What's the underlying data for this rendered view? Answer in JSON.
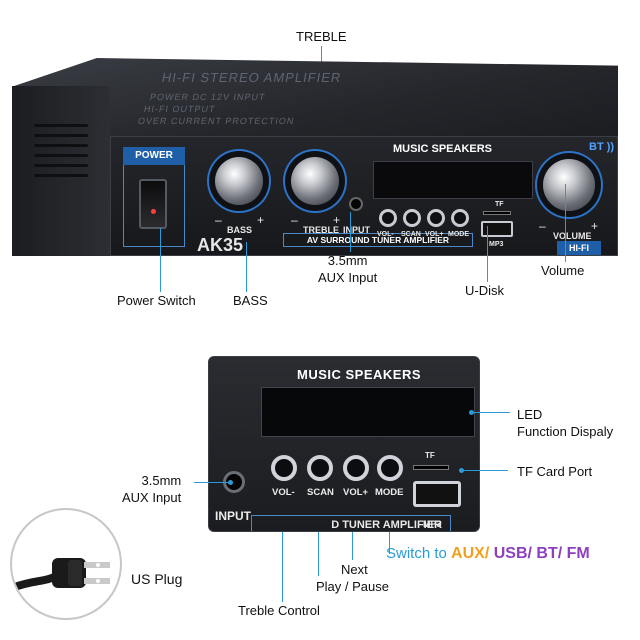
{
  "top_callouts": {
    "treble": "TREBLE",
    "power_switch": "Power Switch",
    "bass": "BASS",
    "aux_input": [
      "3.5mm",
      "AUX Input"
    ],
    "u_disk": "U-Disk",
    "volume": "Volume"
  },
  "amp_front": {
    "lid_title": "HI-FI STEREO AMPLIFIER",
    "lid_line1": "POWER DC 12V INPUT",
    "lid_line2": "HI-FI OUTPUT",
    "lid_line3": "OVER CURRENT PROTECTION",
    "power_label": "POWER",
    "model": "AK35",
    "bass_label": "BASS",
    "treble_label": "TREBLE",
    "input_label": "INPUT",
    "banner": "AV SURROUND TUNER AMPLIFIER",
    "display_title": "MUSIC SPEAKERS",
    "bt_label": "BT",
    "buttons": [
      "VOL-",
      "SCAN",
      "VOL+",
      "MODE"
    ],
    "tf_label": "TF",
    "mp3_label": "MP3",
    "volume_label": "VOLUME",
    "hifi_label": "HI-FI",
    "minus": "–",
    "plus": "+"
  },
  "zoom_panel": {
    "title": "MUSIC SPEAKERS",
    "buttons": [
      "VOL-",
      "SCAN",
      "VOL+",
      "MODE"
    ],
    "input_label": "INPUT",
    "tf_label": "TF",
    "mp3_label": "MP3",
    "banner": "D TUNER AMPLIFIER"
  },
  "zoom_callouts": {
    "led": [
      "LED",
      "Function Dispaly"
    ],
    "tf_card_port": "TF Card Port",
    "aux_input": [
      "3.5mm",
      "AUX Input"
    ],
    "switch_prefix": "Switch to ",
    "aux": "AUX/",
    "usb": " USB/",
    "bt": " BT/",
    "fm": " FM",
    "next": "Next",
    "play_pause": "Play / Pause",
    "treble_control": "Treble Control",
    "us_plug": "US Plug"
  },
  "colors": {
    "accent": "#2a9bd8",
    "aux": "#f0a020",
    "usb_bt_fm": "#8e3fbf"
  }
}
